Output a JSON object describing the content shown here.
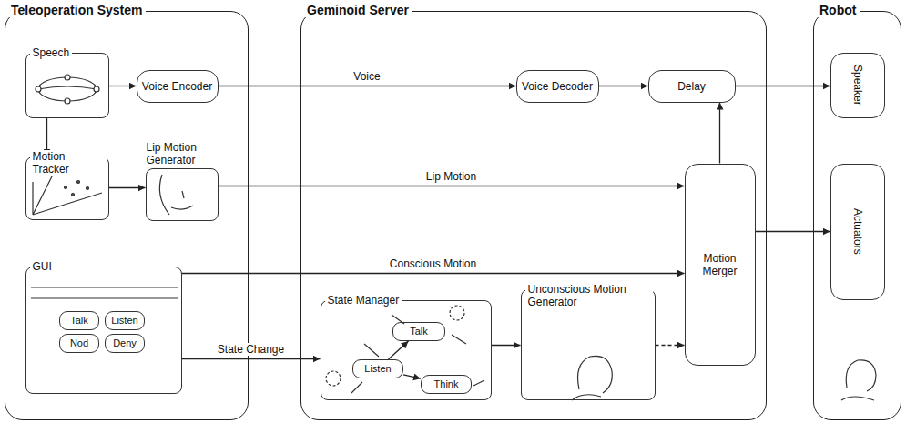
{
  "diagram": {
    "nodes": [
      {
        "text": [
          "Teleoperation System"
        ]
      },
      {
        "text": [
          "Geminoid Server"
        ]
      },
      {
        "text": [
          "Robot"
        ]
      },
      {
        "text": [
          "Speech"
        ],
        "in": 0
      },
      {
        "text": [
          "Voice Encoder"
        ],
        "in": 0
      },
      {
        "text": [
          "Motion Tracker"
        ],
        "in": 0
      },
      {
        "text": [
          "Lip Motion Generator"
        ],
        "in": 0
      },
      {
        "text": [
          "GUI"
        ],
        "in": 0
      },
      {
        "text": [
          "Talk"
        ],
        "in": 7
      },
      {
        "text": [
          "Listen"
        ],
        "in": 7
      },
      {
        "text": [
          "Nod"
        ],
        "in": 7
      },
      {
        "text": [
          "Deny"
        ],
        "in": 7
      },
      {
        "text": [
          "Voice Decoder"
        ],
        "in": 1
      },
      {
        "text": [
          "Delay"
        ],
        "in": 1
      },
      {
        "text": [
          "Motion Merger"
        ],
        "in": 1
      },
      {
        "text": [
          "State Manager"
        ],
        "in": 1
      },
      {
        "text": [
          "Talk"
        ],
        "in": 15
      },
      {
        "text": [
          "Listen"
        ],
        "in": 15
      },
      {
        "text": [
          "Think"
        ],
        "in": 15
      },
      {
        "text": [
          "Unconscious Motion Generator"
        ],
        "in": 1
      },
      {
        "text": [
          "Speaker"
        ],
        "in": 2
      },
      {
        "text": [
          "Actuators"
        ],
        "in": 2
      }
    ],
    "edges": [
      {
        "from": 3,
        "to": 4,
        "arrow": "to"
      },
      {
        "from": 3,
        "to": 5,
        "arrow": "to"
      },
      {
        "from": 5,
        "to": 6,
        "arrow": "to"
      },
      {
        "from": 4,
        "to": 12,
        "label": "Voice",
        "arrow": "to"
      },
      {
        "from": 12,
        "to": 13,
        "arrow": "to"
      },
      {
        "from": 13,
        "to": 20,
        "arrow": "to"
      },
      {
        "from": 6,
        "to": 14,
        "label": "Lip Motion",
        "arrow": "to"
      },
      {
        "from": 7,
        "to": 14,
        "label": "Conscious Motion",
        "arrow": "to"
      },
      {
        "from": 7,
        "to": 15,
        "label": "State Change",
        "arrow": "to"
      },
      {
        "from": 15,
        "to": 19,
        "arrow": "to"
      },
      {
        "from": 19,
        "to": 14,
        "arrow": "to"
      },
      {
        "from": 14,
        "to": 13,
        "arrow": "to"
      },
      {
        "from": 14,
        "to": 21,
        "arrow": "to"
      },
      {
        "from": 17,
        "to": 16,
        "arrow": "to"
      },
      {
        "from": 17,
        "to": 18,
        "arrow": "to"
      }
    ]
  }
}
